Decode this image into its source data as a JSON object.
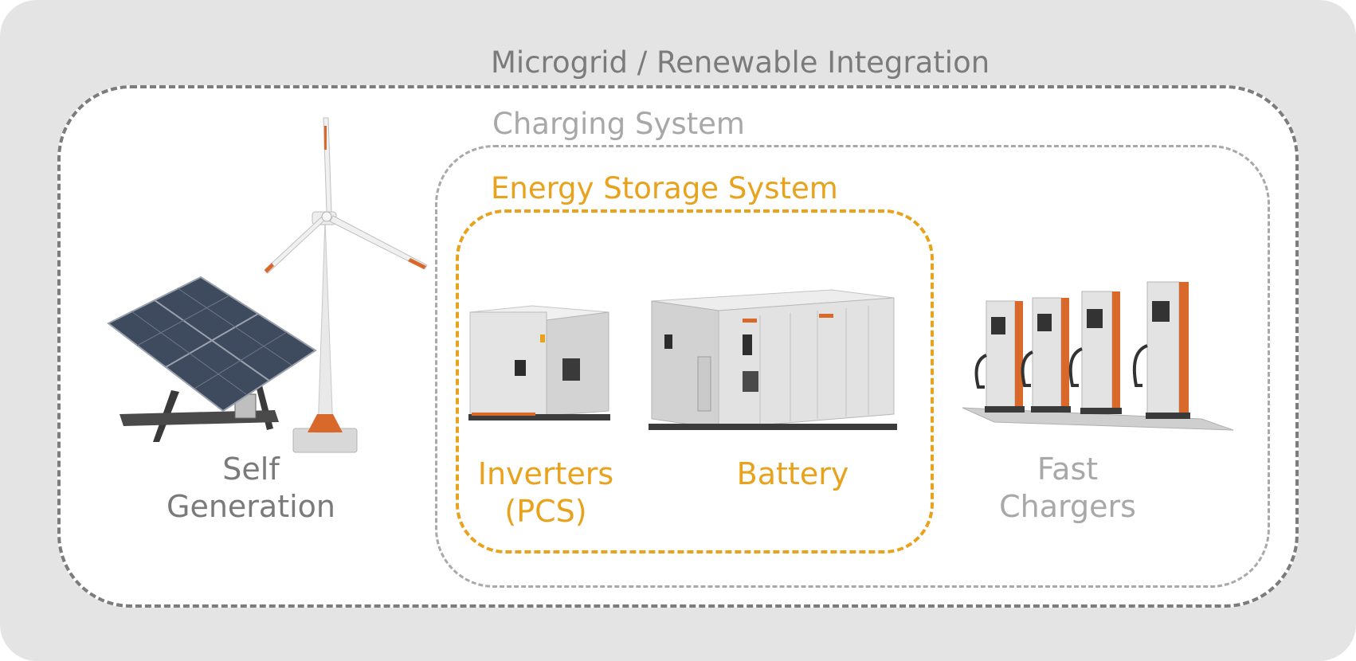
{
  "diagram": {
    "outer_title": "Microgrid / Renewable Integration",
    "charging_title": "Charging System",
    "ess_title": "Energy Storage System",
    "components": {
      "self_generation": {
        "line1": "Self",
        "line2": "Generation",
        "icons": [
          "solar-panel-icon",
          "wind-turbine-icon"
        ]
      },
      "inverters": {
        "line1": "Inverters",
        "line2": "(PCS)",
        "icons": [
          "inverter-cabinet-icon"
        ]
      },
      "battery": {
        "line1": "Battery",
        "icons": [
          "battery-container-icon"
        ]
      },
      "fast_chargers": {
        "line1": "Fast",
        "line2": "Chargers",
        "icons": [
          "ev-charger-icon"
        ]
      }
    }
  },
  "colors": {
    "background": "#e4e4e4",
    "outer_border": "#7c7c7c",
    "charging_border": "#a9a9a9",
    "ess_accent": "#e8a21c",
    "equipment_accent": "#d9692a"
  }
}
